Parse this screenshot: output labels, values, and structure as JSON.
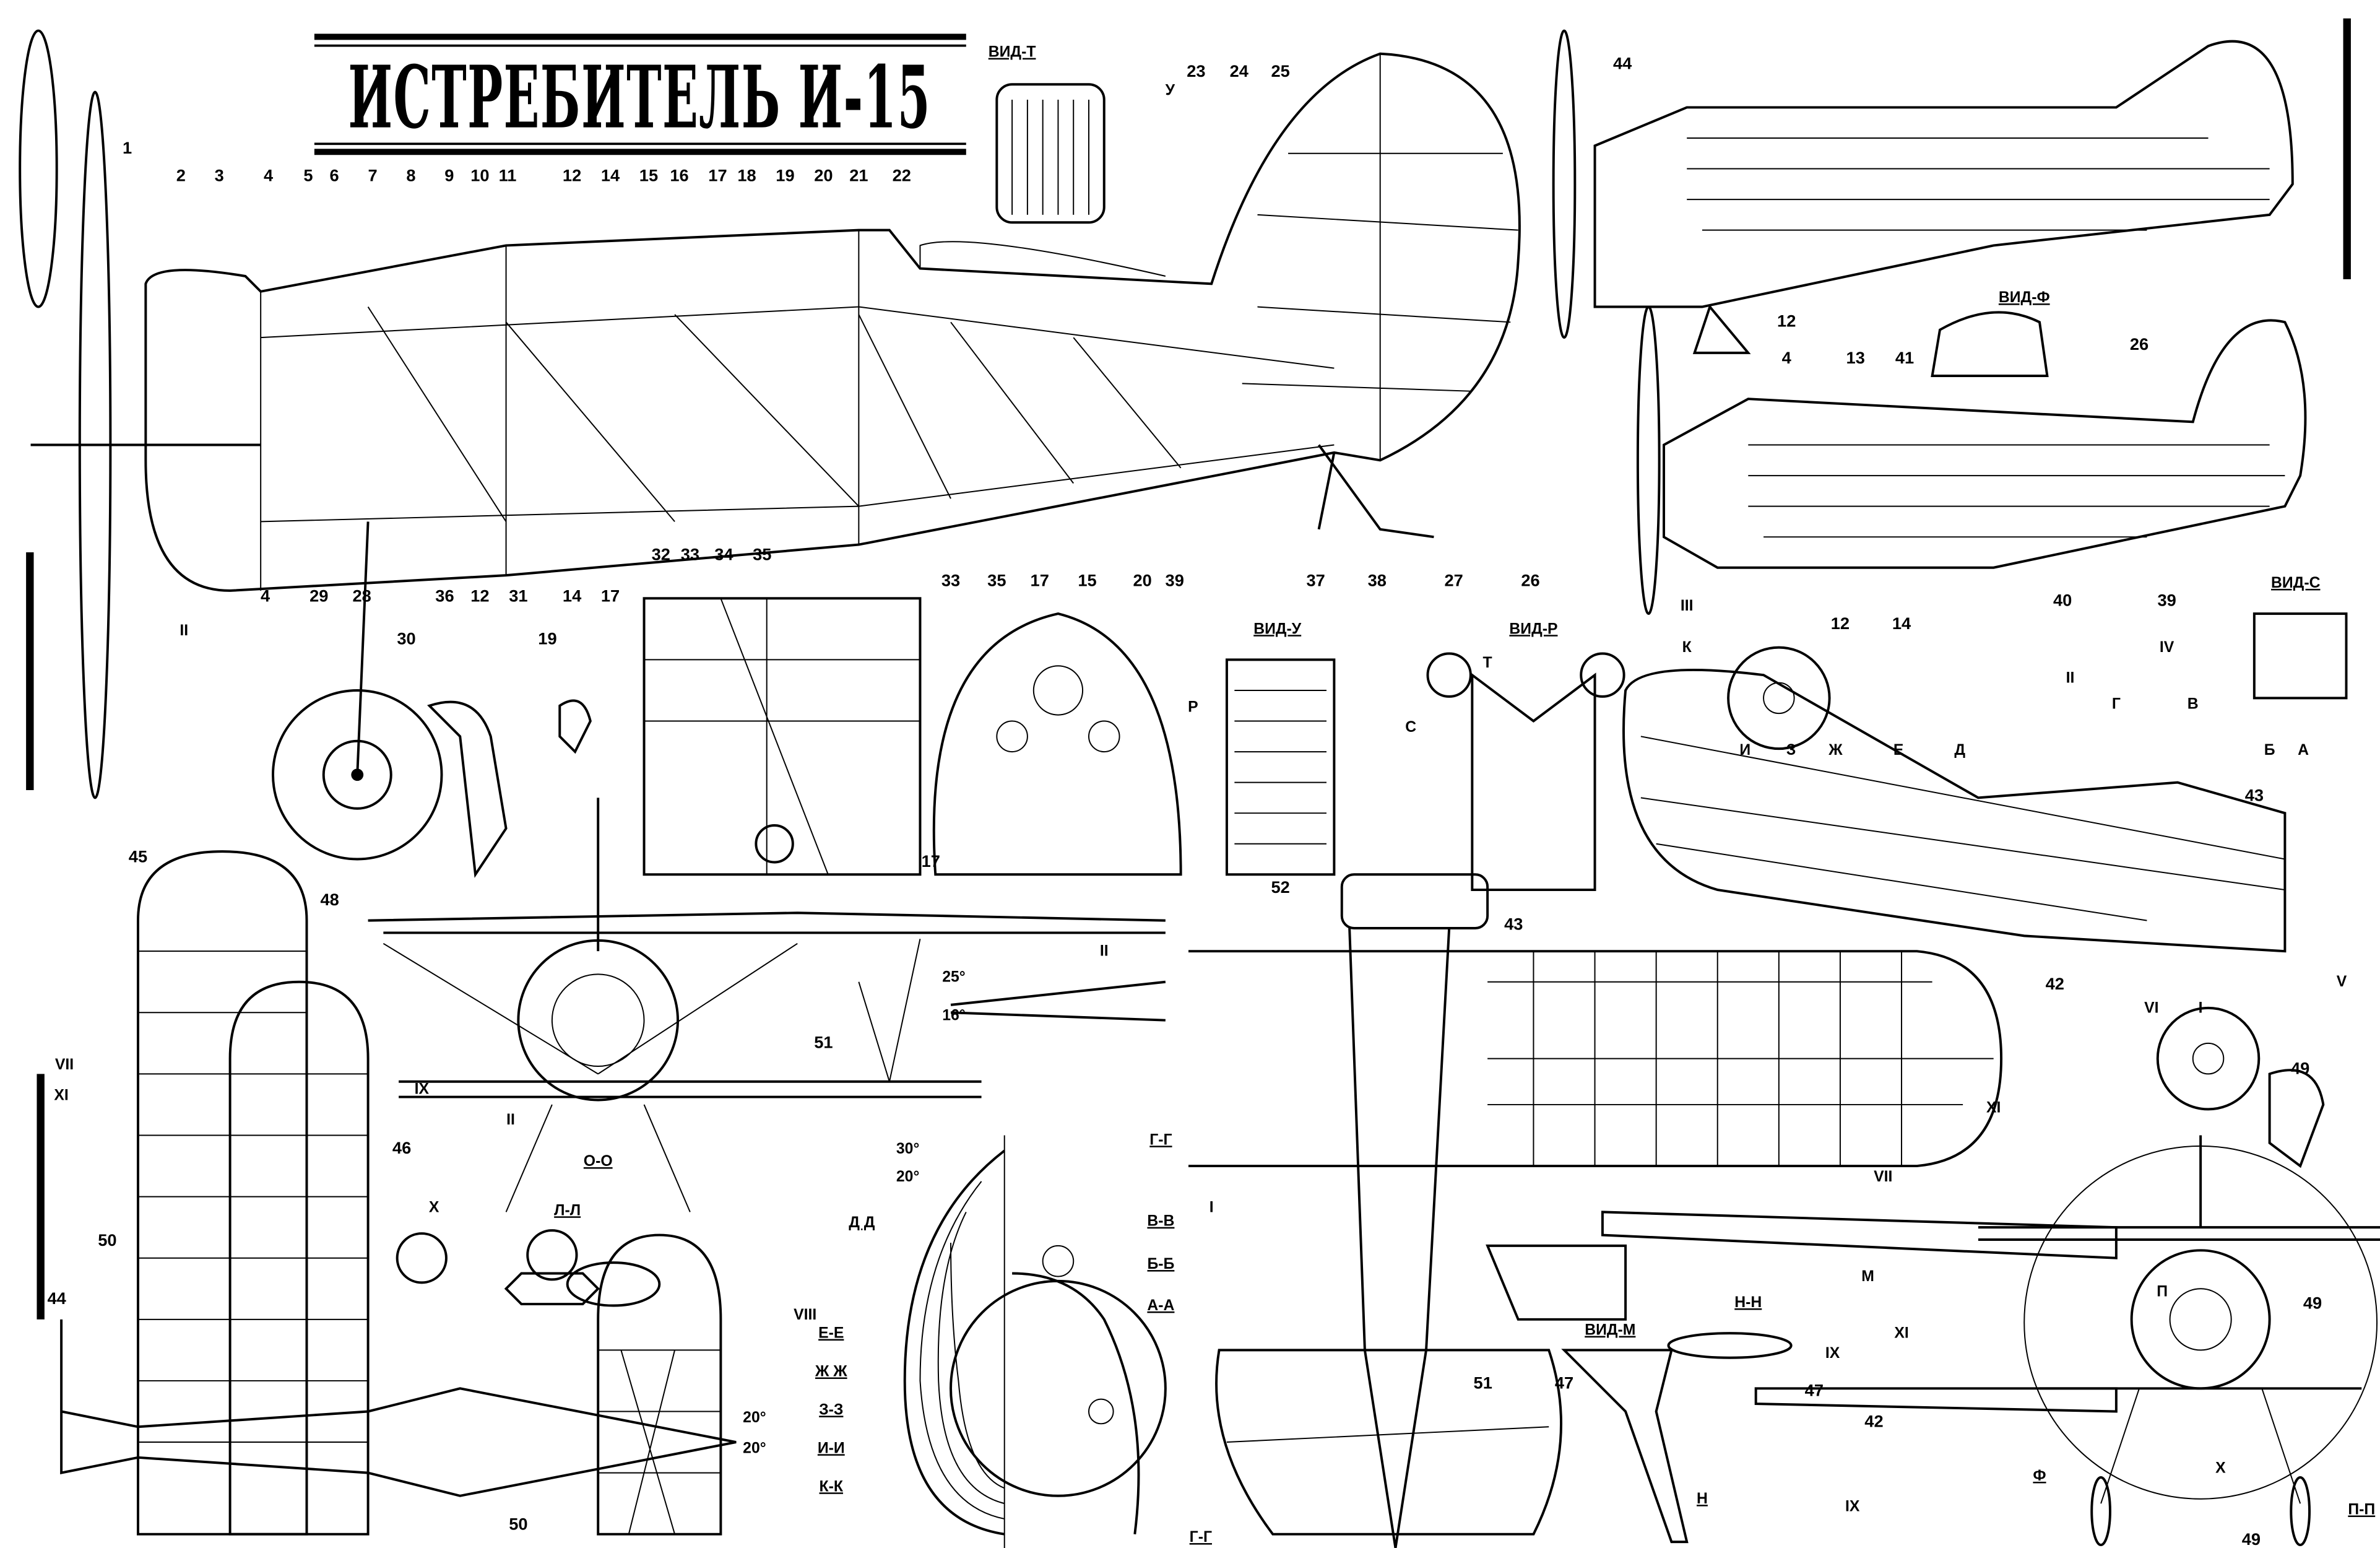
{
  "title": "ИСТРЕБИТЕЛЬ  И-15",
  "views": [
    "ВИД-Т",
    "ВИД-У",
    "ВИД-Р",
    "ВИД-Ф",
    "ВИД-С",
    "ВИД-М"
  ],
  "sections": [
    "Д Д",
    "О-О",
    "Л-Л",
    "Е-Е",
    "Ж Ж",
    "З-З",
    "И-И",
    "К-К",
    "Г-Г",
    "В-В",
    "Б-Б",
    "А-А",
    "Г-Г",
    "Н-Н",
    "Н",
    "П-П",
    "Ф"
  ],
  "callouts": [
    "1",
    "2",
    "3",
    "4",
    "5",
    "6",
    "7",
    "8",
    "9",
    "10",
    "11",
    "12",
    "14",
    "15",
    "16",
    "17",
    "18",
    "19",
    "20",
    "21",
    "22",
    "23",
    "24",
    "25",
    "4",
    "29",
    "28",
    "36",
    "12",
    "31",
    "14",
    "17",
    "39",
    "37",
    "38",
    "27",
    "26",
    "30",
    "19",
    "32",
    "33",
    "34",
    "35",
    "33",
    "35",
    "17",
    "15",
    "20",
    "17",
    "44",
    "12",
    "4",
    "13",
    "41",
    "26",
    "40",
    "39",
    "12",
    "14",
    "43",
    "42",
    "49",
    "49",
    "47",
    "42",
    "47",
    "51",
    "52",
    "43",
    "51",
    "45",
    "48",
    "46",
    "50",
    "44",
    "50",
    "49"
  ],
  "roman": [
    "II",
    "VII",
    "XI",
    "IX",
    "II",
    "X",
    "VIII",
    "II",
    "I",
    "III",
    "К",
    "IV",
    "II",
    "Г",
    "В",
    "Б",
    "А",
    "И",
    "З",
    "Ж",
    "Е",
    "Д",
    "VI",
    "I",
    "V",
    "XI",
    "VII",
    "М",
    "XI",
    "IX",
    "П",
    "X",
    "IX",
    "У",
    "Р",
    "С",
    "Т"
  ],
  "angles": [
    "25°",
    "16°",
    "30°",
    "20°",
    "20°",
    "20°"
  ]
}
